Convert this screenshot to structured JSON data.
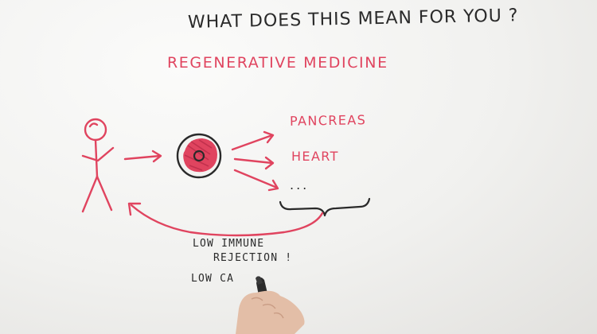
{
  "colors": {
    "ink_black": "#2a2a2a",
    "ink_red": "#e0445f",
    "board": "#f3f3f1",
    "skin": "#e6c3ad"
  },
  "heading": "WHAT DOES THIS MEAN FOR YOU ?",
  "topic": "REGENERATIVE MEDICINE",
  "targets": [
    "PANCREAS",
    "HEART",
    "..."
  ],
  "notes": {
    "line1": "LOW IMMUNE",
    "line2": "REJECTION !",
    "line3": "LOW CA"
  }
}
